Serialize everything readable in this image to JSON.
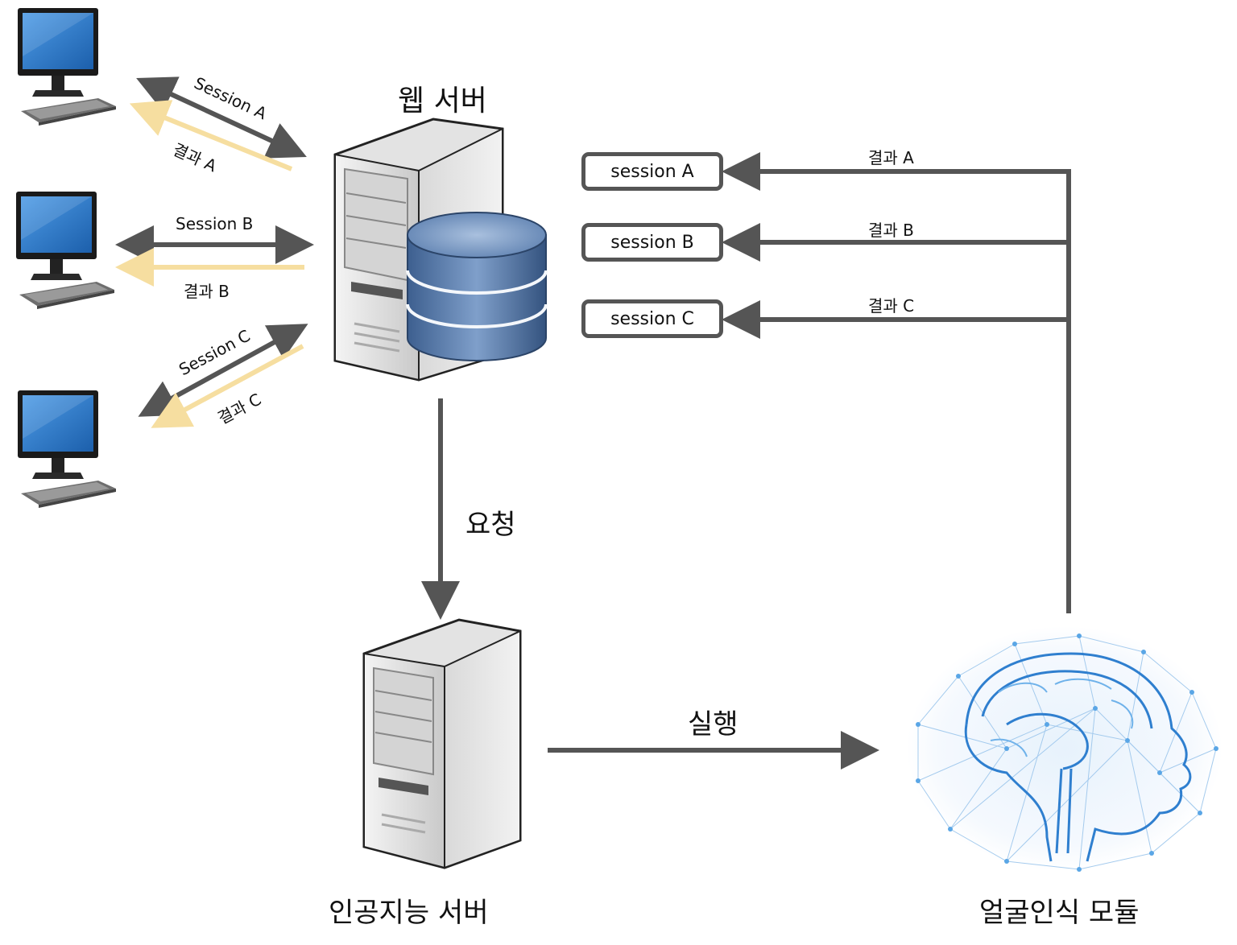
{
  "web_server": {
    "title": "웹 서버"
  },
  "ai_server": {
    "title": "인공지능 서버"
  },
  "face_module": {
    "title": "얼굴인식 모듈"
  },
  "flows": {
    "request": "요청",
    "execute": "실행"
  },
  "client_links": [
    {
      "session": "Session A",
      "result": "결과 A"
    },
    {
      "session": "Session B",
      "result": "결과 B"
    },
    {
      "session": "Session C",
      "result": "결과 C"
    }
  ],
  "session_boxes": [
    {
      "label": "session A",
      "result": "결과 A"
    },
    {
      "label": "session B",
      "result": "결과 B"
    },
    {
      "label": "session C",
      "result": "결과 C"
    }
  ],
  "colors": {
    "arrow": "#555555",
    "result_arrow": "#f6dea0",
    "monitor_screen": "#2a78c8",
    "database": "#4f76a8",
    "brain": "#3b8fd6"
  }
}
